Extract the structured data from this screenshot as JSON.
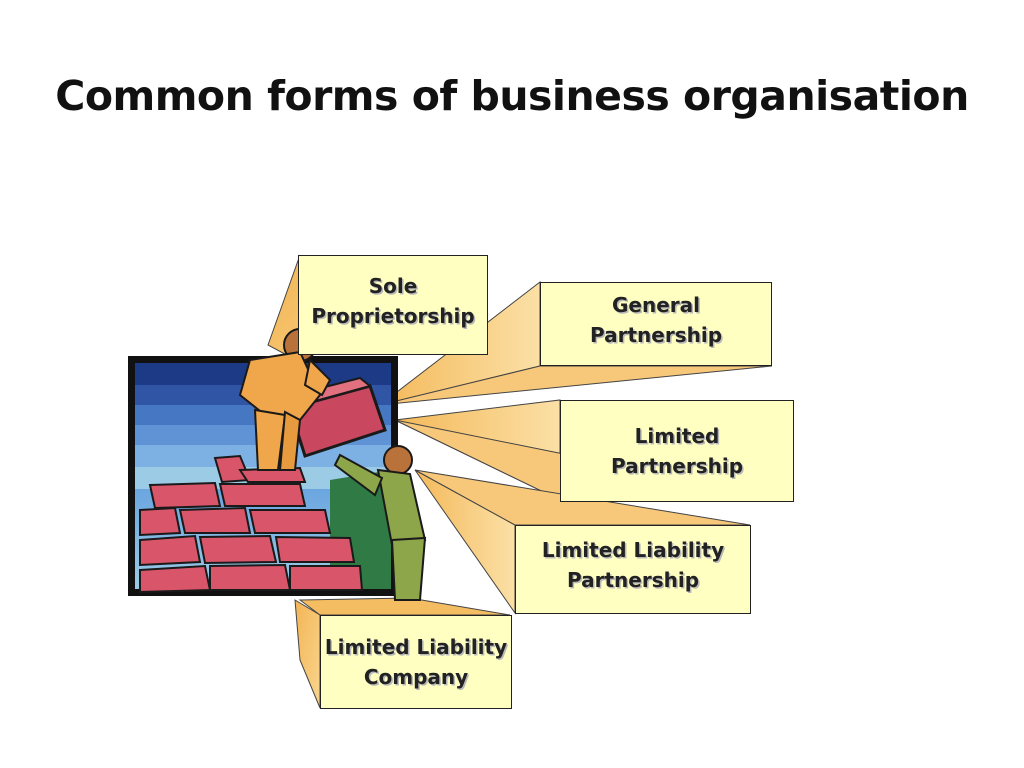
{
  "slide": {
    "title": "Common forms of business organisation"
  },
  "forms": [
    {
      "label": "Sole\nProprietorship"
    },
    {
      "label": "General\nPartnership"
    },
    {
      "label": "Limited\nPartnership"
    },
    {
      "label": "Limited Liability\nPartnership"
    },
    {
      "label": "Limited Liability\nCompany"
    }
  ],
  "colors": {
    "box_fill": "#ffffc2",
    "beam": "#f6c874",
    "brick": "#d9556a"
  }
}
